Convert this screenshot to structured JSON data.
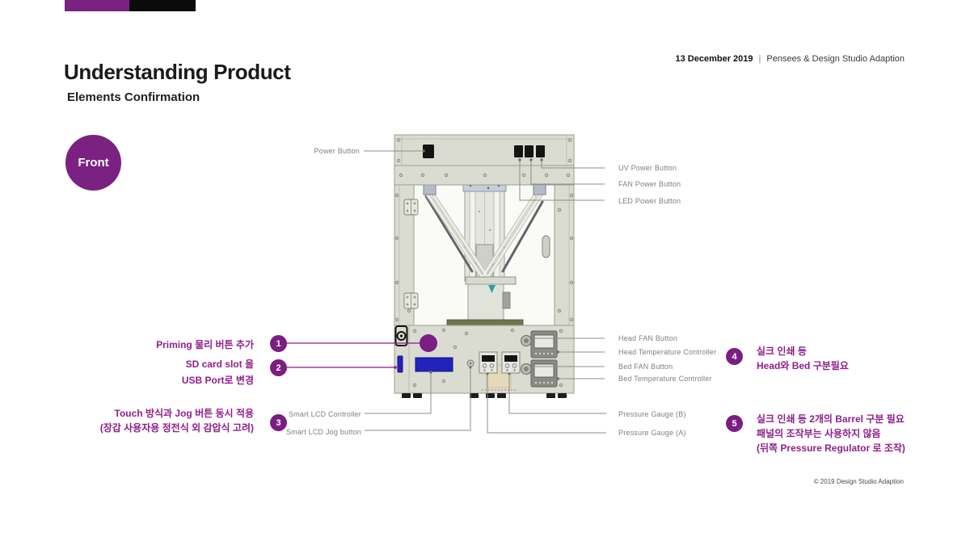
{
  "slide": {
    "title": "Understanding Product",
    "subtitle": "Elements Confirmation",
    "date": "13 December 2019",
    "separator": "|",
    "organization": "Pensees & Design Studio Adaption",
    "copyright": "© 2019 Design Studio Adaption",
    "view_badge": "Front"
  },
  "colors": {
    "accent_purple": "#7b1e82",
    "text_purple": "#8e1f8a",
    "label_gray": "#7f7f7f",
    "part_blue": "#2323bb",
    "body_beige": "#dadcd1"
  },
  "diagram": {
    "part_labels": {
      "power_button": "Power Button",
      "uv_power_button": "UV Power Button",
      "fan_power_button": "FAN Power Button",
      "led_power_button": "LED Power Button",
      "head_fan_button": "Head FAN Button",
      "head_temperature_controller": "Head Temperature Controller",
      "bed_fan_button": "Bed FAN Button",
      "bed_temperature_controller": "Bed Temperature Controller",
      "pressure_gauge_b": "Pressure Gauge (B)",
      "pressure_gauge_a": "Pressure Gauge (A)",
      "smart_lcd_controller": "Smart LCD Controller",
      "smart_lcd_jog_button": "Smart LCD Jog button"
    },
    "callouts": [
      {
        "number": "1",
        "lines": [
          "Priming  물리 버튼 추가"
        ]
      },
      {
        "number": "2",
        "lines": [
          "SD card slot 을",
          "USB Port로 변경"
        ]
      },
      {
        "number": "3",
        "lines": [
          "Touch 방식과 Jog 버튼 동시 적용",
          "(장갑 사용자용 정전식 외 감압식 고려)"
        ]
      },
      {
        "number": "4",
        "lines": [
          "실크 인쇄 등",
          "Head와 Bed 구분필요"
        ]
      },
      {
        "number": "5",
        "lines": [
          "실크 인쇄 등 2개의 Barrel 구분 필요",
          "패널의 조작부는 사용하지 않음",
          "(뒤쪽 Pressure Regulator 로 조작)"
        ]
      }
    ]
  }
}
